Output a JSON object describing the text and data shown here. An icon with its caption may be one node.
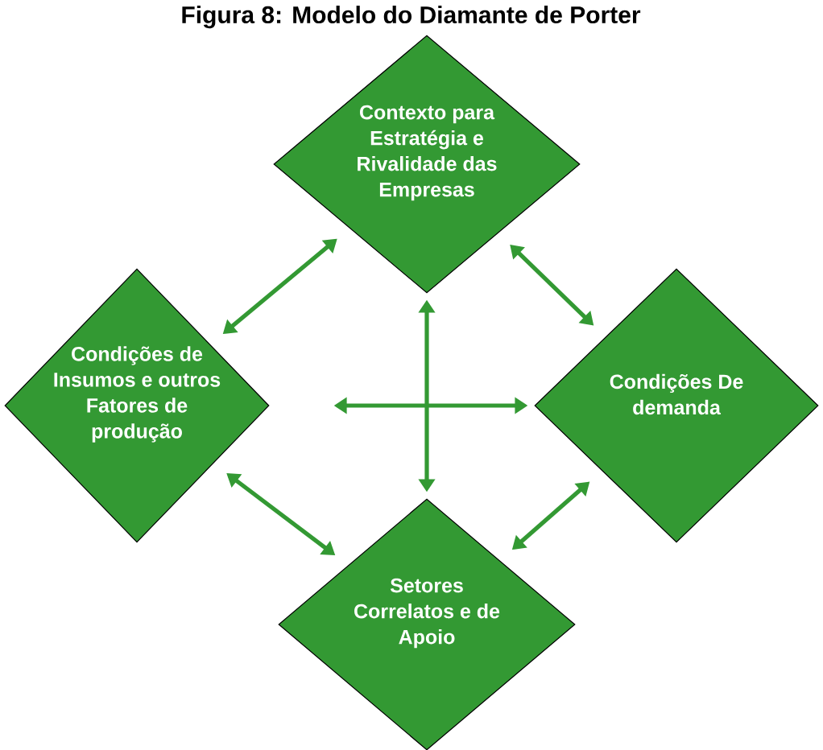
{
  "diagram": {
    "title": "Figura 8: Modelo do Diamante de Porter",
    "nodes": [
      {
        "text": [
          "Contexto para Estratégia e Rivalidade das Empresas"
        ]
      },
      {
        "text": [
          "Condições de Insumos e outros Fatores de produção"
        ]
      },
      {
        "text": [
          "Condições De demanda"
        ]
      },
      {
        "text": [
          "Setores Correlatos e de Apoio"
        ]
      }
    ],
    "edges": [
      {
        "from": 0,
        "to": 1,
        "arrow": "both"
      },
      {
        "from": 0,
        "to": 2,
        "arrow": "both"
      },
      {
        "from": 0,
        "to": 3,
        "arrow": "both"
      },
      {
        "from": 1,
        "to": 2,
        "arrow": "both"
      },
      {
        "from": 1,
        "to": 3,
        "arrow": "both"
      },
      {
        "from": 2,
        "to": 3,
        "arrow": "both"
      }
    ]
  }
}
